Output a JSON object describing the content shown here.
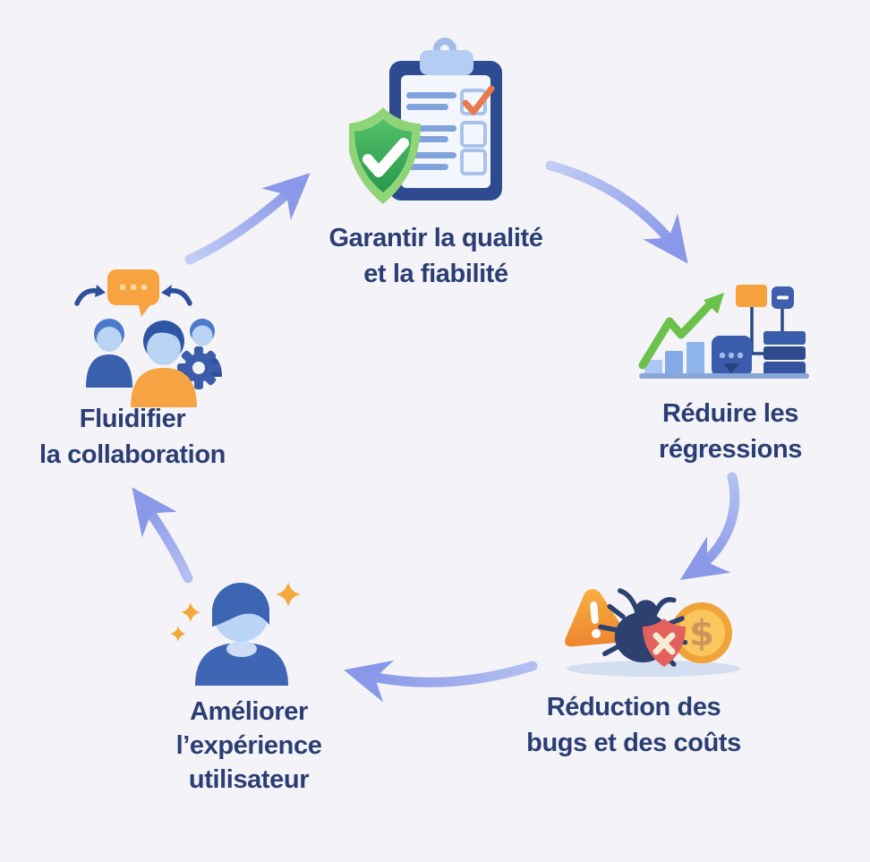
{
  "diagram": {
    "type": "cycle",
    "direction": "clockwise",
    "node_count": 5,
    "background_color": "#f4f4f8",
    "text_color": "#2b3e74",
    "arrow_color": "#8a98e9"
  },
  "nodes": [
    {
      "id": "quality",
      "icon": "clipboard-checklist-shield-icon",
      "label_lines": [
        "Garantir la qualité",
        "et la fiabilité"
      ]
    },
    {
      "id": "regressions",
      "icon": "growth-chart-pipeline-icon",
      "label_lines": [
        "Réduire les",
        "régressions"
      ]
    },
    {
      "id": "bugs-costs",
      "icon": "warning-bug-coin-icon",
      "label_lines": [
        "Réduction des",
        "bugs et des coûts"
      ]
    },
    {
      "id": "user-experience",
      "icon": "user-sparkles-icon",
      "label_lines": [
        "Améliorer",
        "l’expérience",
        "utilisateur"
      ]
    },
    {
      "id": "collaboration",
      "icon": "team-chat-gear-icon",
      "label_lines": [
        "Fluidifier",
        "la collaboration"
      ]
    }
  ],
  "edges": [
    {
      "from": "collaboration",
      "to": "quality"
    },
    {
      "from": "quality",
      "to": "regressions"
    },
    {
      "from": "regressions",
      "to": "bugs-costs"
    },
    {
      "from": "bugs-costs",
      "to": "user-experience"
    },
    {
      "from": "user-experience",
      "to": "collaboration"
    }
  ],
  "glyphs": {
    "coin_symbol": "$"
  },
  "palette": {
    "navy": "#2e4b92",
    "medium_blue": "#3f66b5",
    "light_blue": "#b9d3f3",
    "green": "#2f9e50",
    "light_green": "#8fd478",
    "arrow_green": "#6cc14b",
    "orange": "#f6a340",
    "red": "#e2605e",
    "gold": "#f3ab3d",
    "check_orange": "#e87a4e"
  }
}
